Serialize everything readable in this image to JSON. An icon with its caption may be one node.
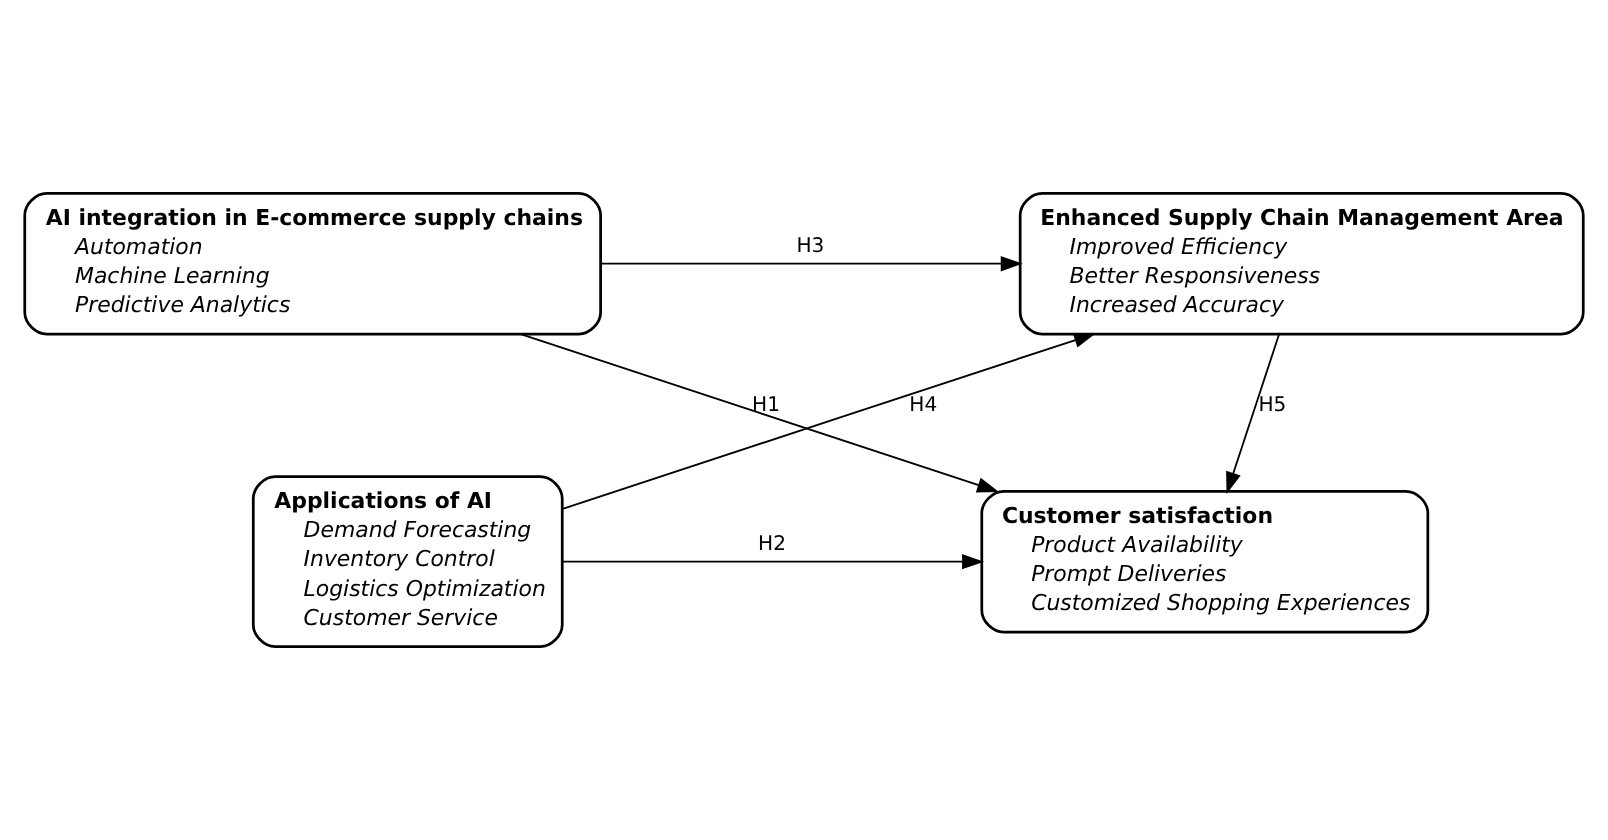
{
  "diagram": {
    "nodes": [
      {
        "text": [
          "AI integration in E-commerce supply chains",
          "Automation",
          "Machine Learning",
          "Predictive Analytics"
        ]
      },
      {
        "text": [
          "Enhanced Supply Chain Management Area",
          "Improved Efficiency",
          "Better Responsiveness",
          "Increased Accuracy"
        ]
      },
      {
        "text": [
          "Applications of AI",
          "Demand Forecasting",
          "Inventory Control",
          "Logistics Optimization",
          "Customer Service"
        ]
      },
      {
        "text": [
          "Customer satisfaction",
          "Product Availability",
          "Prompt Deliveries",
          "Customized Shopping Experiences"
        ]
      }
    ],
    "edges": [
      {
        "from": 0,
        "to": 1,
        "arrow": "to",
        "label": "H3"
      },
      {
        "from": 0,
        "to": 3,
        "arrow": "to",
        "label": "H1"
      },
      {
        "from": 2,
        "to": 1,
        "arrow": "to",
        "label": "H4"
      },
      {
        "from": 2,
        "to": 3,
        "arrow": "to",
        "label": "H2"
      },
      {
        "from": 1,
        "to": 3,
        "arrow": "to",
        "label": "H5"
      }
    ]
  }
}
